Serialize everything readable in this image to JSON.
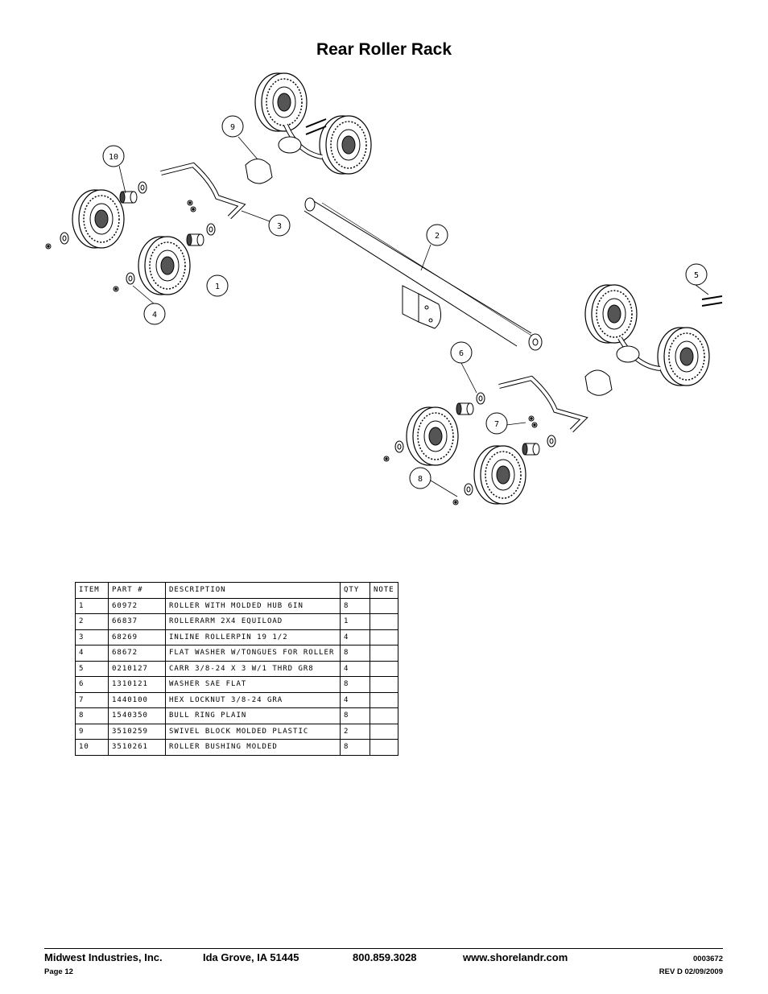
{
  "title": "Rear Roller Rack",
  "callouts": [
    "1",
    "2",
    "3",
    "4",
    "5",
    "6",
    "7",
    "8",
    "9",
    "10"
  ],
  "table": {
    "headers": [
      "ITEM",
      "PART #",
      "DESCRIPTION",
      "QTY",
      "NOTE"
    ],
    "rows": [
      {
        "item": "1",
        "part": "60972",
        "desc": "ROLLER WITH MOLDED HUB  6IN",
        "qty": "8",
        "note": ""
      },
      {
        "item": "2",
        "part": "66837",
        "desc": "ROLLERARM  2X4 EQUILOAD",
        "qty": "1",
        "note": ""
      },
      {
        "item": "3",
        "part": "68269",
        "desc": "INLINE ROLLERPIN 19 1/2",
        "qty": "4",
        "note": ""
      },
      {
        "item": "4",
        "part": "68672",
        "desc": "FLAT WASHER W/TONGUES FOR ROLLER",
        "qty": "8",
        "note": ""
      },
      {
        "item": "5",
        "part": "0210127",
        "desc": "CARR 3/8-24 X 3 W/1 THRD GR8",
        "qty": "4",
        "note": ""
      },
      {
        "item": "6",
        "part": "1310121",
        "desc": "WASHER SAE FLAT",
        "qty": "8",
        "note": ""
      },
      {
        "item": "7",
        "part": "1440100",
        "desc": "HEX LOCKNUT 3/8-24 GRA",
        "qty": "4",
        "note": ""
      },
      {
        "item": "8",
        "part": "1540350",
        "desc": "BULL RING PLAIN",
        "qty": "8",
        "note": ""
      },
      {
        "item": "9",
        "part": "3510259",
        "desc": "SWIVEL BLOCK MOLDED PLASTIC",
        "qty": "2",
        "note": ""
      },
      {
        "item": "10",
        "part": "3510261",
        "desc": "ROLLER BUSHING MOLDED",
        "qty": "8",
        "note": ""
      }
    ]
  },
  "footer": {
    "company": "Midwest Industries, Inc.",
    "city": "Ida Grove, IA  51445",
    "phone": "800.859.3028",
    "website": "www.shorelandr.com",
    "doc_number": "0003672",
    "page": "Page 12",
    "revision": "REV D  02/09/2009"
  }
}
